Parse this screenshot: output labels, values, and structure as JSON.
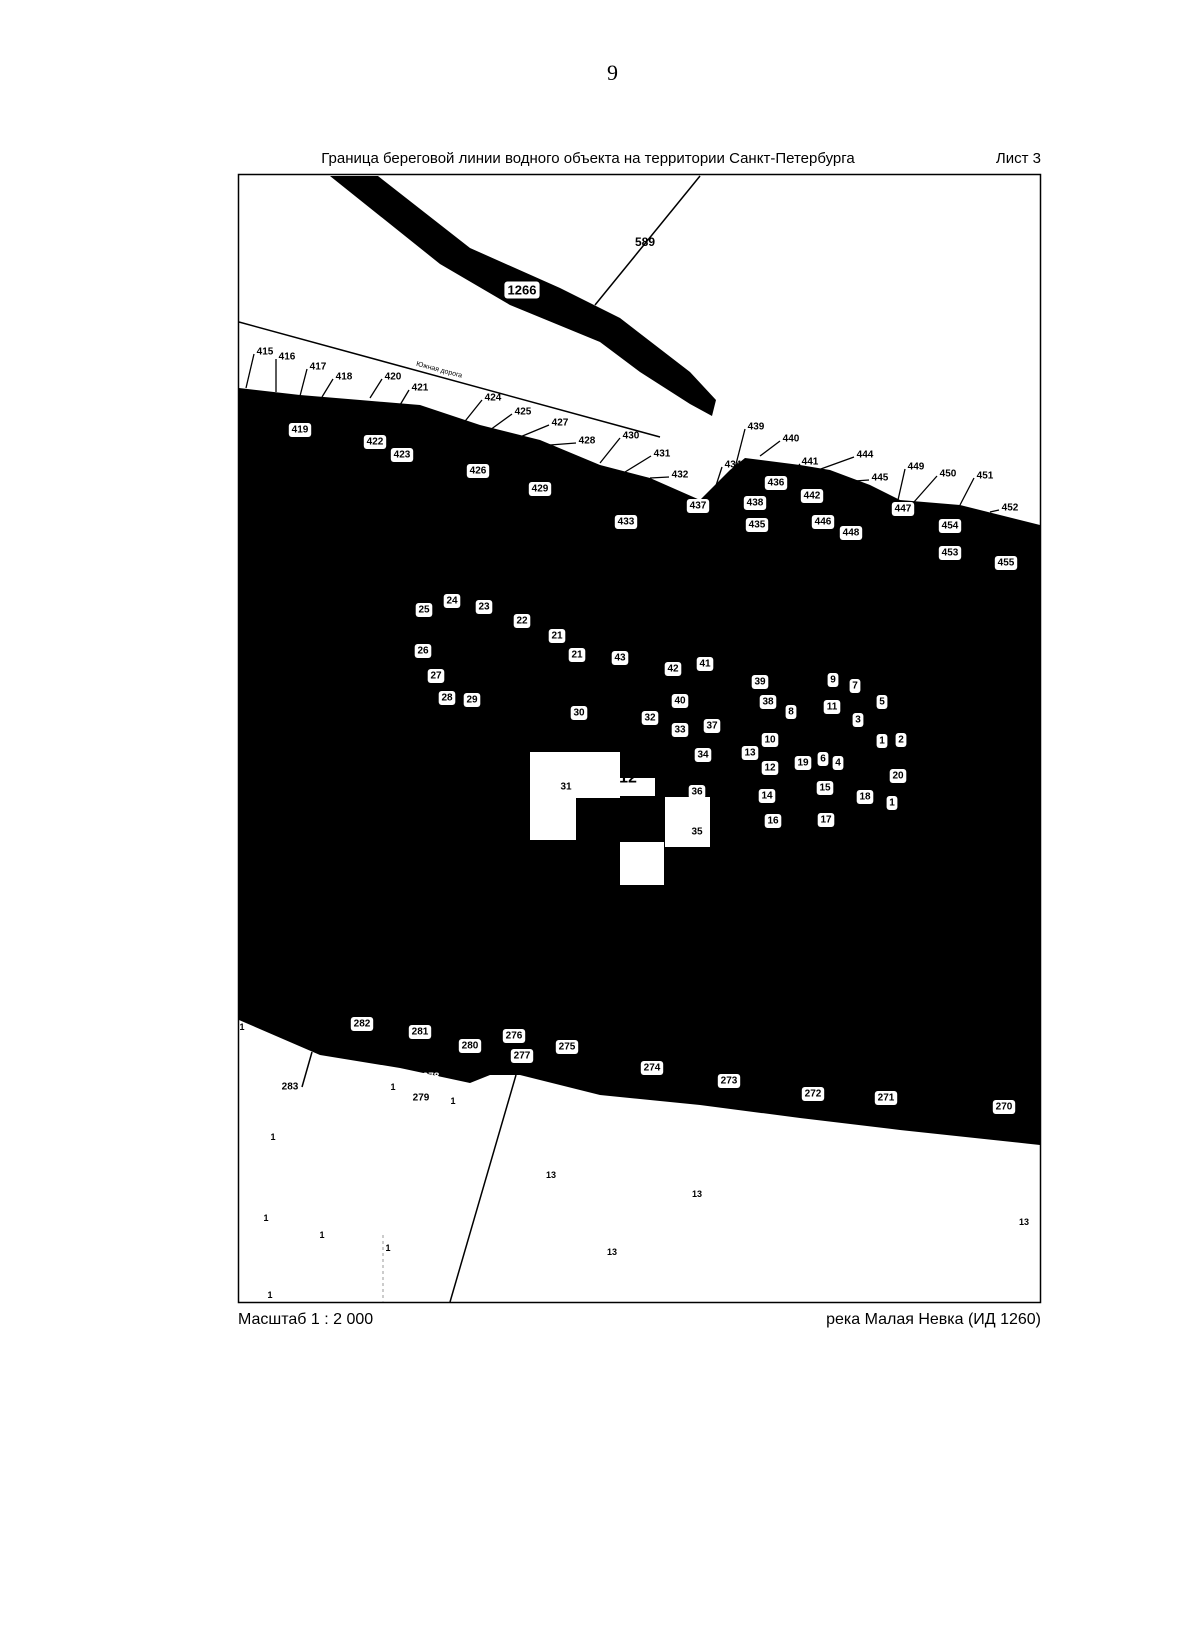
{
  "page_number": "9",
  "header": {
    "title": "Граница береговой линии водного объекта на территории Санкт-Петербурга",
    "sheet": "Лист 3"
  },
  "footer": {
    "scale": "Масштаб 1 : 2 000",
    "river": "река Малая Невка (ИД 1260)"
  },
  "map": {
    "colors": {
      "water": "#000000",
      "land": "#ffffff"
    },
    "street_label": "Южная дорога",
    "big_labels": [
      "1266",
      "589",
      "12"
    ],
    "boxed_labels": [
      "419",
      "422",
      "423",
      "426",
      "429",
      "433",
      "437",
      "436",
      "438",
      "442",
      "435",
      "446",
      "448",
      "447",
      "454",
      "453",
      "455",
      "25",
      "24",
      "23",
      "22",
      "21",
      "21",
      "43",
      "42",
      "41",
      "26",
      "27",
      "28",
      "29",
      "30",
      "32",
      "40",
      "33",
      "37",
      "39",
      "38",
      "8",
      "9",
      "7",
      "11",
      "3",
      "5",
      "10",
      "13",
      "12",
      "19",
      "6",
      "4",
      "1",
      "2",
      "20",
      "18",
      "1",
      "15",
      "14",
      "16",
      "17",
      "34",
      "36",
      "35",
      "31",
      "282",
      "281",
      "280",
      "276",
      "277",
      "275",
      "274",
      "273",
      "272",
      "271",
      "270"
    ],
    "point_labels": [
      "415",
      "416",
      "417",
      "418",
      "420",
      "421",
      "424",
      "425",
      "427",
      "428",
      "430",
      "431",
      "432",
      "434",
      "439",
      "440",
      "441",
      "444",
      "445",
      "449",
      "450",
      "451",
      "452",
      "283",
      "278",
      "279"
    ],
    "parcel_labels": [
      "1",
      "1",
      "1",
      "1",
      "1",
      "1",
      "1",
      "1",
      "13",
      "13",
      "13",
      "13"
    ]
  }
}
